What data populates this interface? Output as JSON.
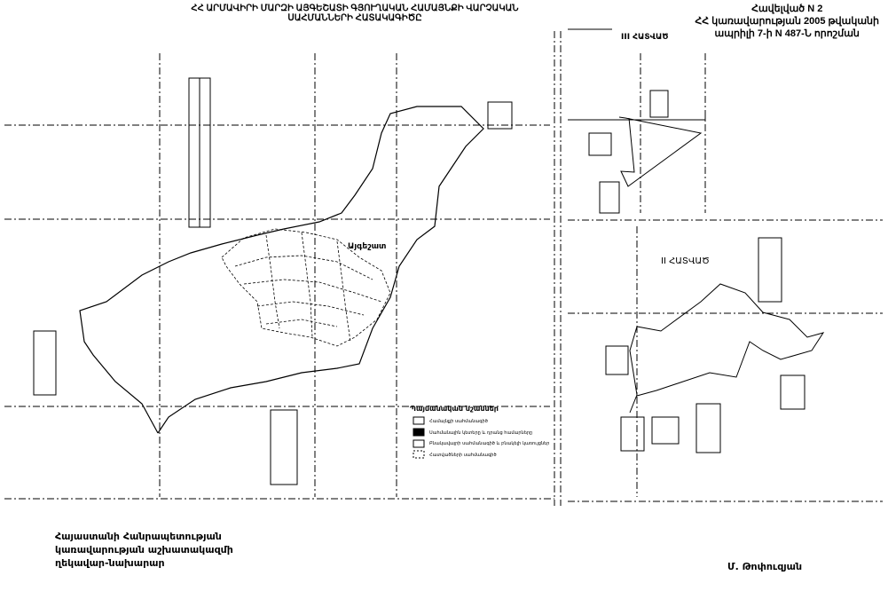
{
  "title": {
    "line1": "ՀՀ ԱՐՄԱՎԻՐԻ ՄԱՐԶԻ ԱՅԳԵՇԱՏԻ ԳՅՈՒՂԱԿԱՆ ՀԱՄԱՅՆՔԻ ՎԱՐՉԱԿԱՆ",
    "line2": "ՍԱՀՄԱՆՆԵՐԻ ՀԱՏԱԿԱԳԻԾԸ"
  },
  "annex": {
    "line1": "Հավելված N 2",
    "line2": "ՀՀ կառավարության 2005 թվականի",
    "line3": "ապրիլի 7-ի N 487-Ն որոշման"
  },
  "map": {
    "village_label": "Այգեշատ",
    "section_3": "III ՀԱՏՎԱԾ",
    "section_2": "II ՀԱՏՎԱԾ",
    "legend_title": "Պայմանական նշաններ",
    "legend_items": [
      "Համայնքի սահմանագիծ",
      "Սահմանային կետերը և դրանց համարները",
      "Բնակավայրի սահմանագիծ և բնակելի կառույցներ",
      "Հատվածների սահմանագիծ"
    ]
  },
  "signature": {
    "line1": "Հայաստանի Հանրապետության",
    "line2": "կառավարության աշխատակազմի",
    "line3": "ղեկավար-նախարար",
    "name": "Մ. Թոփուզյան"
  }
}
